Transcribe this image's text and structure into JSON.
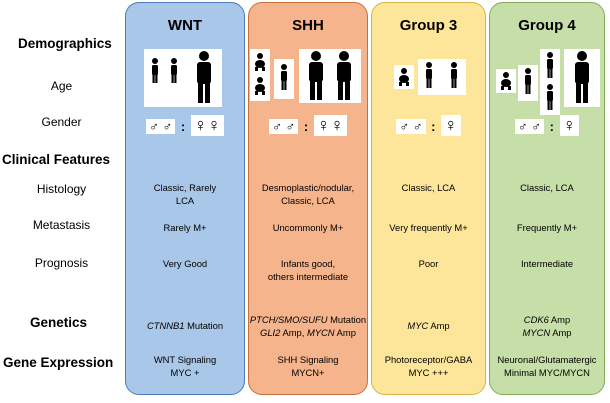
{
  "rows": {
    "demographics": "Demographics",
    "age": "Age",
    "gender": "Gender",
    "clinical_features": "Clinical Features",
    "histology": "Histology",
    "metastasis": "Metastasis",
    "prognosis": "Prognosis",
    "genetics": "Genetics",
    "gene_expression": "Gene Expression"
  },
  "gender_symbols": {
    "male": "♂",
    "female": "♀",
    "separator": ":"
  },
  "colors": {
    "wnt_fill": "#a9c7e8",
    "wnt_border": "#4a7bb8",
    "shh_fill": "#f5b48c",
    "shh_border": "#c8703c",
    "g3_fill": "#fde69a",
    "g3_border": "#d4b44a",
    "g4_fill": "#c6dfa8",
    "g4_border": "#82ad58"
  },
  "groups": {
    "wnt": {
      "title": "WNT",
      "histology": [
        "Classic, Rarely",
        "LCA"
      ],
      "metastasis": "Rarely M+",
      "prognosis": [
        "Very Good"
      ],
      "genetics_italic": "CTNNB1",
      "genetics_rest": " Mutation",
      "expression": [
        "WNT Signaling",
        "MYC +"
      ]
    },
    "shh": {
      "title": "SHH",
      "histology": [
        "Desmoplastic/nodular,",
        "Classic, LCA"
      ],
      "metastasis": "Uncommonly M+",
      "prognosis": [
        "Infants good,",
        "others intermediate"
      ],
      "genetics_line1_italic": "PTCH/SMO/SUFU",
      "genetics_line1_rest": " Mutation",
      "genetics_line2_italic_a": "GLI2",
      "genetics_line2_mid": " Amp, ",
      "genetics_line2_italic_b": "MYCN",
      "genetics_line2_rest": " Amp",
      "expression": [
        "SHH Signaling",
        "MYCN+"
      ]
    },
    "group3": {
      "title": "Group 3",
      "histology": [
        "Classic, LCA"
      ],
      "metastasis": "Very frequently M+",
      "prognosis": [
        "Poor"
      ],
      "genetics_italic": "MYC",
      "genetics_rest": " Amp",
      "expression": [
        "Photoreceptor/GABA",
        "MYC +++"
      ]
    },
    "group4": {
      "title": "Group 4",
      "histology": [
        "Classic, LCA"
      ],
      "metastasis": "Frequently M+",
      "prognosis": [
        "Intermediate"
      ],
      "genetics_line1_italic": "CDK6",
      "genetics_line1_rest": " Amp",
      "genetics_line2_italic": "MYCN",
      "genetics_line2_rest": " Amp",
      "expression": [
        "Neuronal/Glutamatergic",
        "Minimal MYC/MYCN"
      ]
    }
  }
}
